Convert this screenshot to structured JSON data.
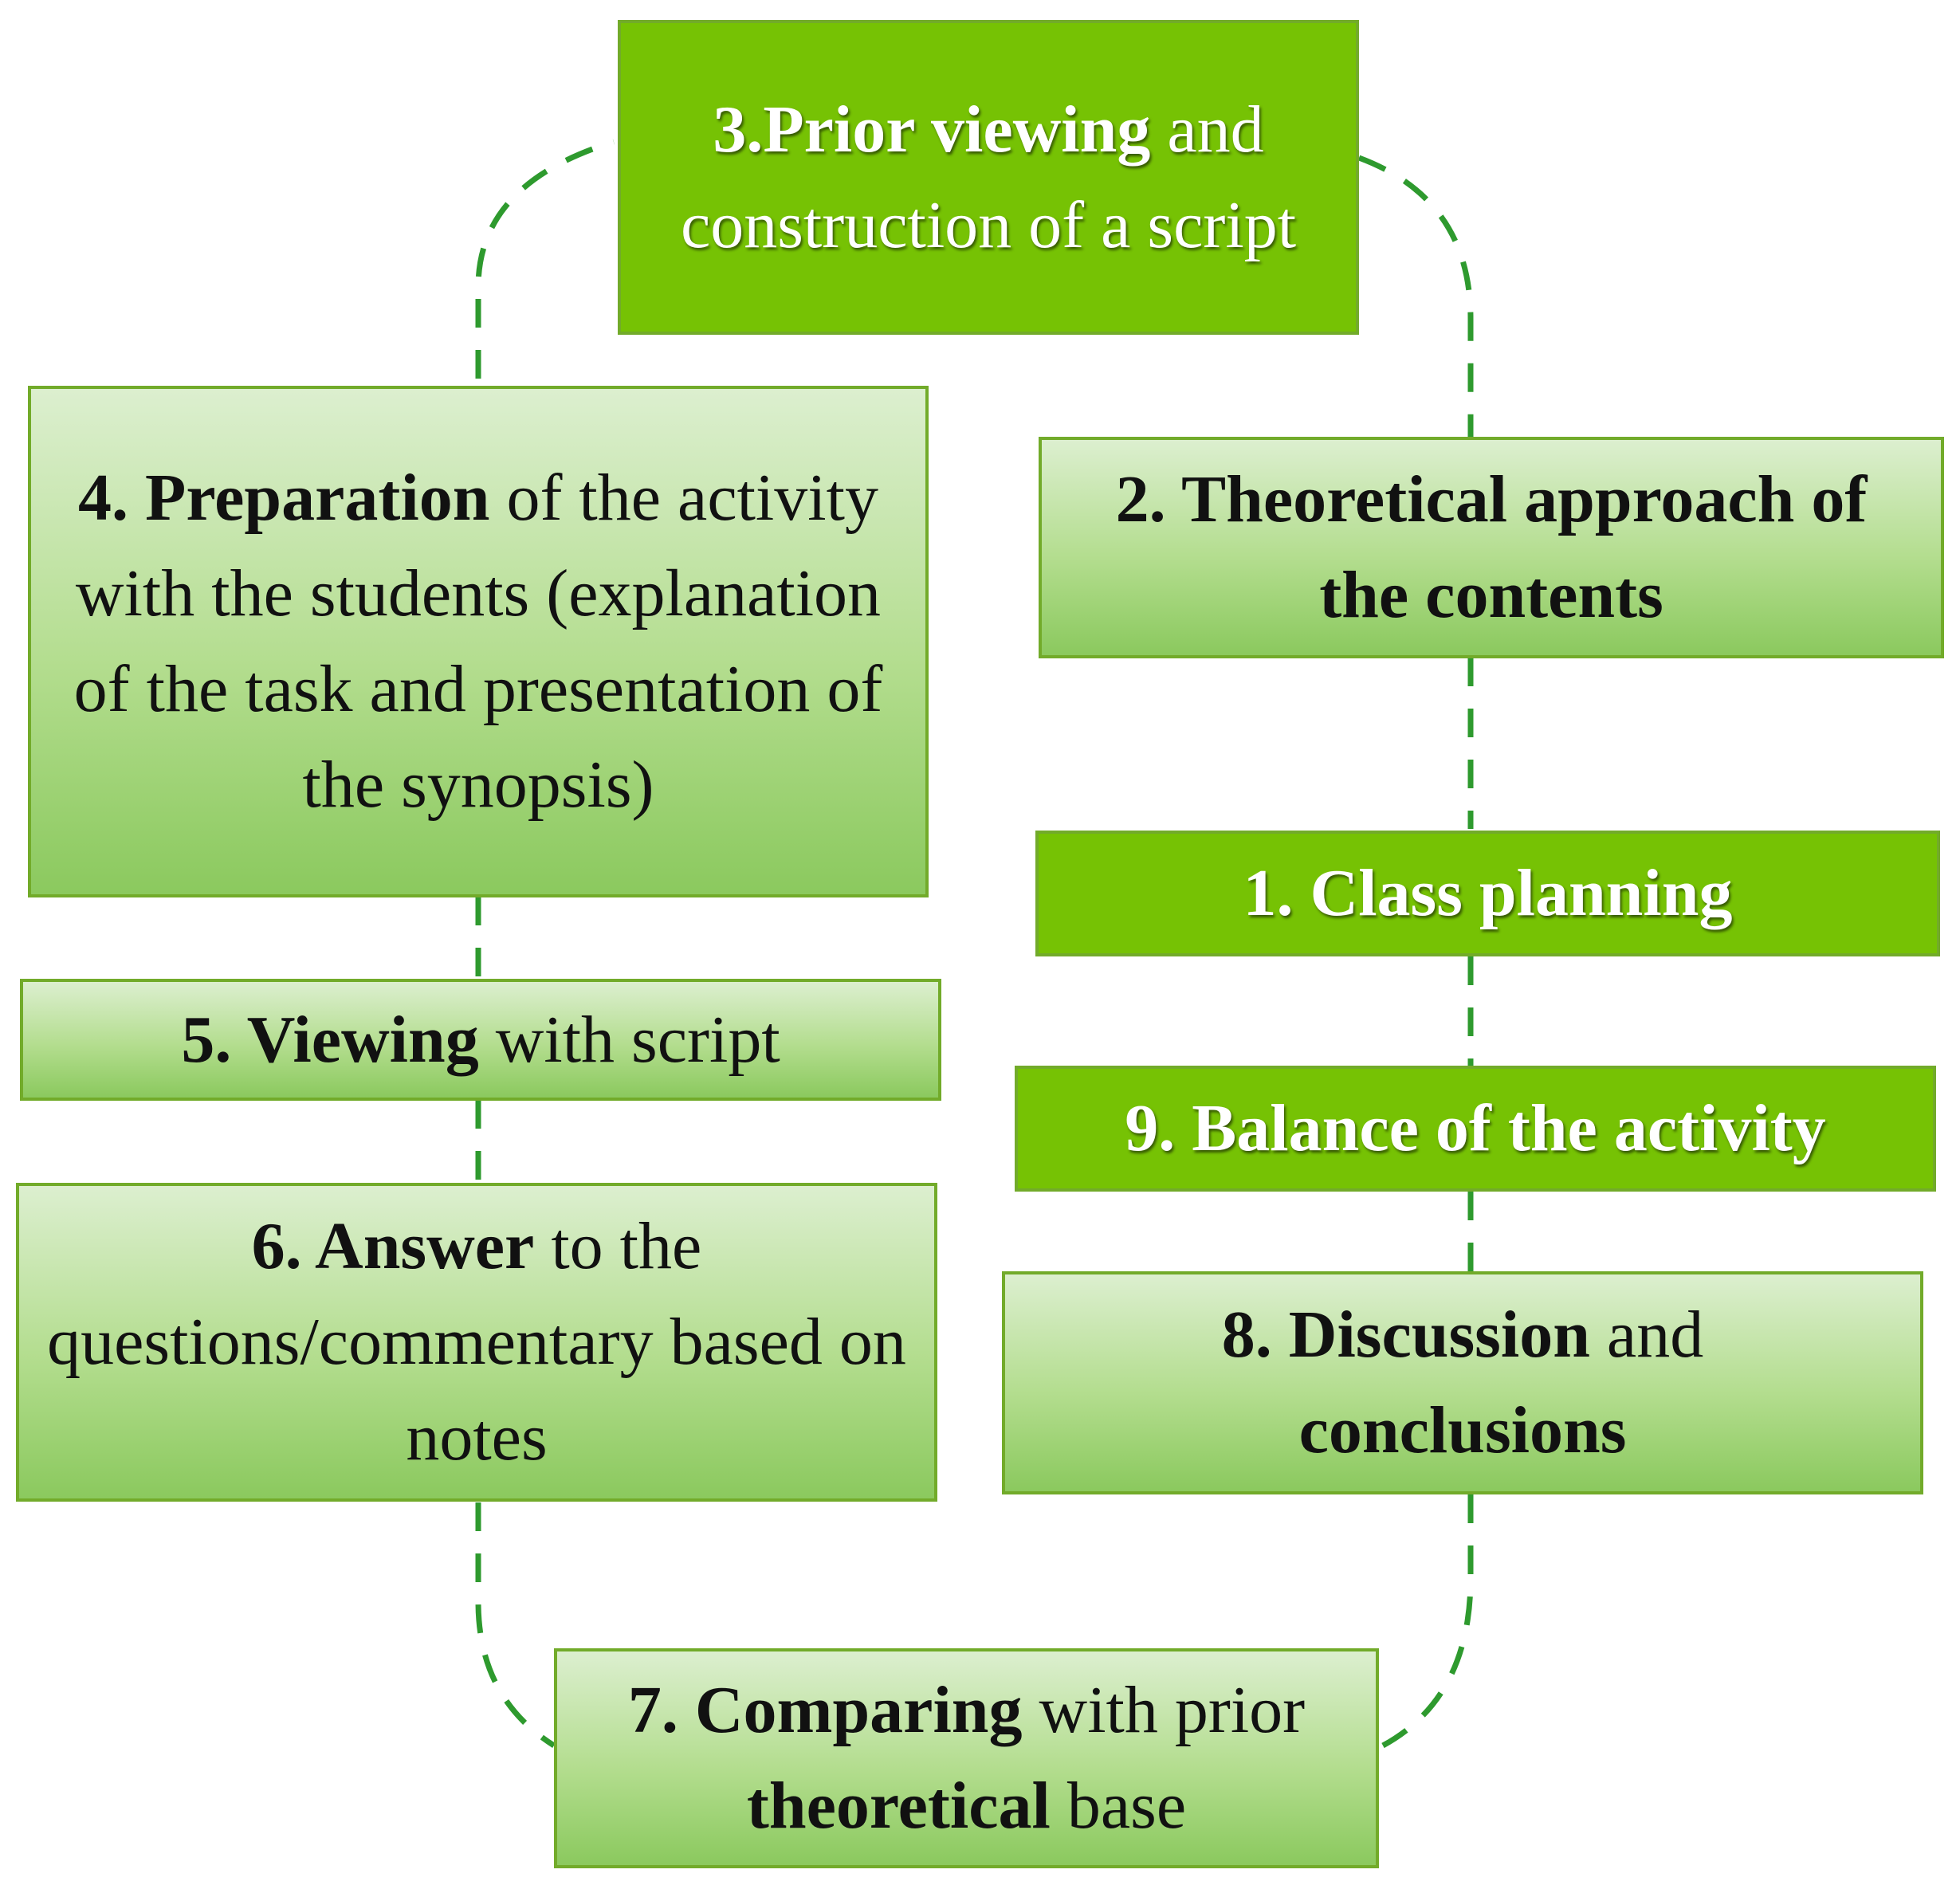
{
  "steps": [
    {
      "id": "step-1-class-planning",
      "style": "solid",
      "segments": [
        {
          "text": "1. Class planning",
          "bold": true
        }
      ]
    },
    {
      "id": "step-2-theoretical-approach",
      "style": "grad",
      "segments": [
        {
          "text": "2. Theoretical approach of the contents",
          "bold": true
        }
      ]
    },
    {
      "id": "step-3-prior-viewing",
      "style": "solid",
      "segments": [
        {
          "text": "3.Prior viewing",
          "bold": true
        },
        {
          "text": " and construction of a script",
          "bold": false
        }
      ]
    },
    {
      "id": "step-4-preparation",
      "style": "grad",
      "segments": [
        {
          "text": "4. Preparation",
          "bold": true
        },
        {
          "text": " of the activity with the students (explanation of the task and presentation of the synopsis)",
          "bold": false
        }
      ]
    },
    {
      "id": "step-5-viewing",
      "style": "grad",
      "segments": [
        {
          "text": "5. Viewing",
          "bold": true
        },
        {
          "text": " with script",
          "bold": false
        }
      ]
    },
    {
      "id": "step-6-answer",
      "style": "grad",
      "segments": [
        {
          "text": "6. Answer",
          "bold": true
        },
        {
          "text": " to the questions/commentary based on notes",
          "bold": false
        }
      ]
    },
    {
      "id": "step-7-comparing",
      "style": "grad",
      "segments": [
        {
          "text": "7. Comparing",
          "bold": true
        },
        {
          "text": " with prior ",
          "bold": false
        },
        {
          "text": "theoretical",
          "bold": true
        },
        {
          "text": " base",
          "bold": false
        }
      ]
    },
    {
      "id": "step-8-discussion",
      "style": "grad",
      "segments": [
        {
          "text": "8. Discussion",
          "bold": true
        },
        {
          "text": " and ",
          "bold": false
        },
        {
          "text": "conclusions",
          "bold": true
        }
      ]
    },
    {
      "id": "step-9-balance",
      "style": "solid",
      "segments": [
        {
          "text": "9. Balance of the activity",
          "bold": true
        }
      ]
    }
  ],
  "colors": {
    "solid_fill": "#76c204",
    "gradient_top": "#dcefcf",
    "gradient_bottom": "#8bc95e",
    "box_border": "#72ab2a",
    "connector": "#2e9a2e"
  }
}
